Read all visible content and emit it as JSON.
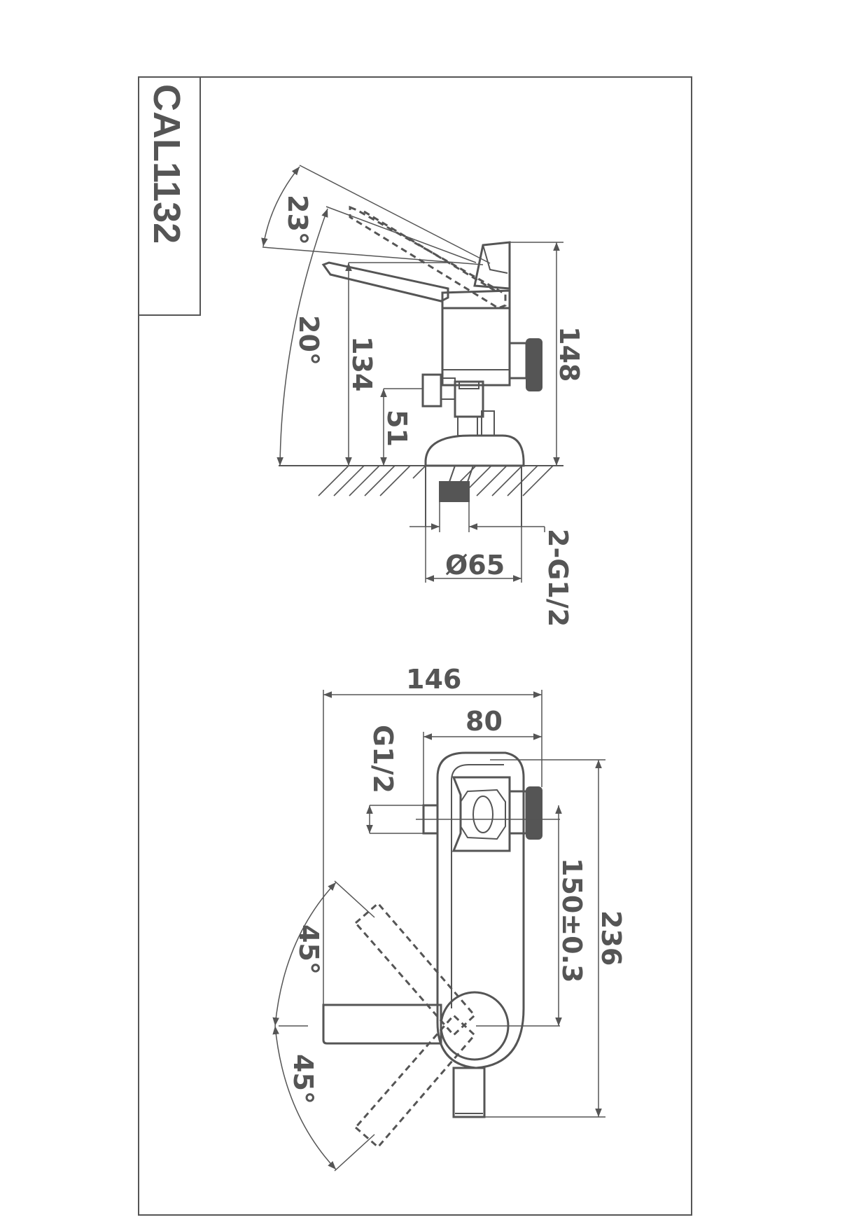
{
  "title_block": {
    "model_code": "CAL1132"
  },
  "side_view": {
    "angle_upper": "23°",
    "angle_lower": "20°",
    "height_total": "148",
    "height_spout": "134",
    "height_inlet": "51",
    "base_diameter": "Ø65",
    "inlet_thread": "2-G1/2"
  },
  "top_view": {
    "width_total": "146",
    "width_body": "80",
    "outlet_thread": "G1/2",
    "inlet_spacing": "150±0.3",
    "length_total": "236",
    "angle_upper": "45°",
    "angle_lower": "45°"
  }
}
